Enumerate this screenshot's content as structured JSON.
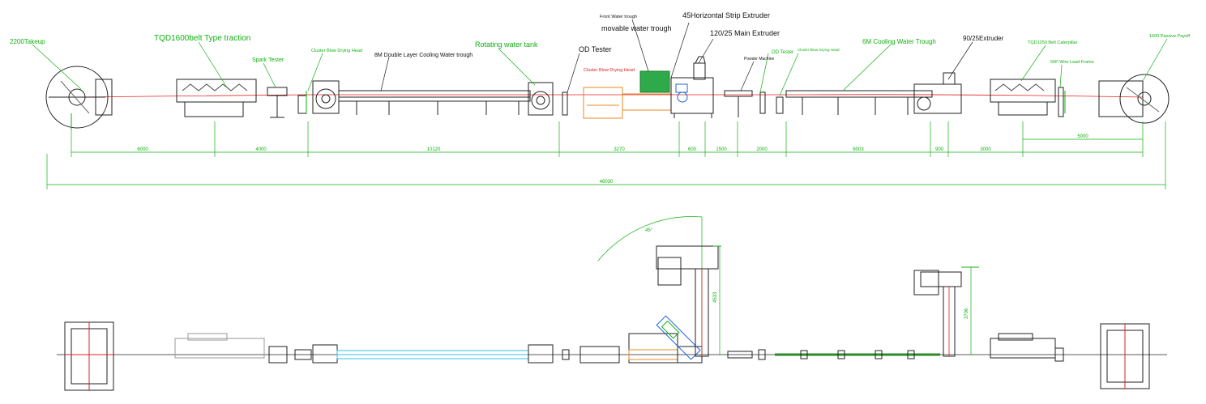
{
  "labels": {
    "takeup": "2200Takeup",
    "belt_traction": "TQD1600belt Type traction",
    "spark_tester": "Spark Tester",
    "cluster_dry_1": "Cluster Blow Drying Head",
    "cooling_trough_8m": "8M Double Layer Cooling Water trough",
    "rotating_tank": "Rotating water tank",
    "od_tester_1": "OD Tester",
    "cluster_dry_red": "Cluster Blow Drying Head",
    "front_trough": "Front Water trough",
    "movable_trough": "movable water trough",
    "strip_extruder": "45Horizontal Strip Extruder",
    "main_extruder": "120/25 Main Extruder",
    "powder_machine": "Powder Machine",
    "od_tester_2": "OD Tester",
    "cluster_dry_2": "Cluster Blow Drying Head",
    "cooling_trough_6m": "6M Cooling Water Trough",
    "extruder_90": "90/25Extruder",
    "caterpillar": "TQD1250 Belt Caterpillar",
    "wire_frame": "50P Wire Lead Frame",
    "payoff": "1600 Passive Payoff"
  },
  "dimensions": {
    "d1": "6000",
    "d2": "4000",
    "d3": "10120",
    "d4": "3270",
    "d5": "600",
    "d6": "1500",
    "d7": "2000",
    "d8": "6003",
    "d9": "900",
    "d10": "3000",
    "d11": "5000",
    "total": "46030",
    "height_left": "4533",
    "height_right": "3706",
    "angle": "45°"
  },
  "colors": {
    "label_green": "#10b010",
    "line_red": "#e02020",
    "drawing_black": "#222222",
    "trough_cyan": "#30c0e0",
    "trough_green": "#2a8a2a"
  }
}
